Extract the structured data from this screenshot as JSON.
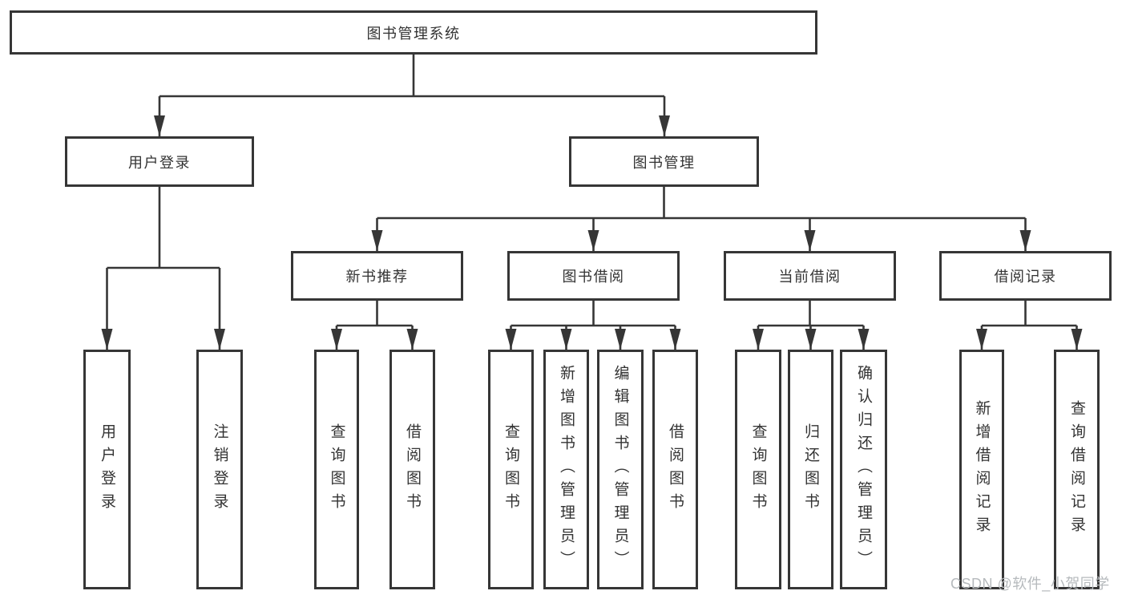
{
  "diagram": {
    "root_label": "图书管理系统",
    "level2": {
      "user_login": "用户登录",
      "book_management": "图书管理"
    },
    "level3": {
      "new_book_recommend": "新书推荐",
      "book_borrow": "图书借阅",
      "current_borrow": "当前借阅",
      "borrow_records": "借阅记录"
    },
    "leaves": {
      "user_login": [
        "用户登录",
        "注销登录"
      ],
      "new_book_recommend": [
        "查询图书",
        "借阅图书"
      ],
      "book_borrow": [
        "查询图书",
        "新增图书（管理员）",
        "编辑图书（管理员）",
        "借阅图书"
      ],
      "current_borrow": [
        "查询图书",
        "归还图书",
        "确认归还（管理员）"
      ],
      "borrow_records": [
        "新增借阅记录",
        "查询借阅记录"
      ]
    },
    "watermark": "CSDN @软件_小贺同学",
    "colors": {
      "line": "#363636",
      "text": "#333333",
      "watermark": "#b6babd",
      "background": "#ffffff"
    }
  }
}
